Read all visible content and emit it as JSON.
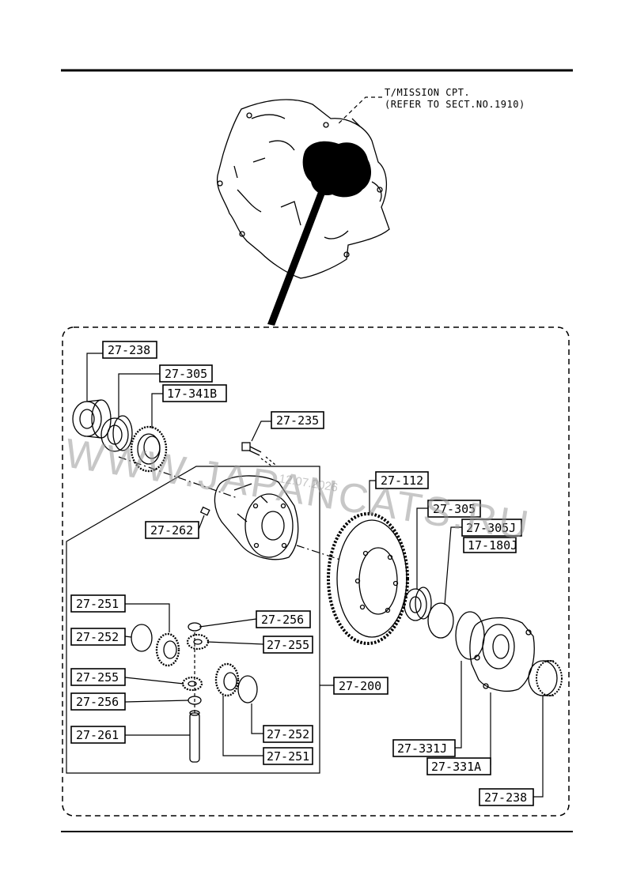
{
  "header": {
    "note_line1": "T/MISSION CPT.",
    "note_line2": "(REFER TO SECT.NO.1910)"
  },
  "watermark": {
    "site": "WWW.JAPANCATS.RU",
    "date": "12.07.2026"
  },
  "parts": {
    "p27_238_top": "27-238",
    "p27_305_top": "27-305",
    "p17_341b": "17-341B",
    "p27_235": "27-235",
    "p27_112": "27-112",
    "p27_262": "27-262",
    "p27_305_right": "27-305",
    "p27_305j": "27-305J",
    "p17_180j": "17-180J",
    "p27_251_left": "27-251",
    "p27_256_right": "27-256",
    "p27_252_left": "27-252",
    "p27_255_right": "27-255",
    "p27_255_left": "27-255",
    "p27_200": "27-200",
    "p27_256_left": "27-256",
    "p27_252_right": "27-252",
    "p27_261": "27-261",
    "p27_331j": "27-331J",
    "p27_251_right": "27-251",
    "p27_331a": "27-331A",
    "p27_238_bottom": "27-238"
  },
  "colors": {
    "ink": "#000000",
    "paper": "#ffffff",
    "watermark": "#9a9a9a"
  }
}
